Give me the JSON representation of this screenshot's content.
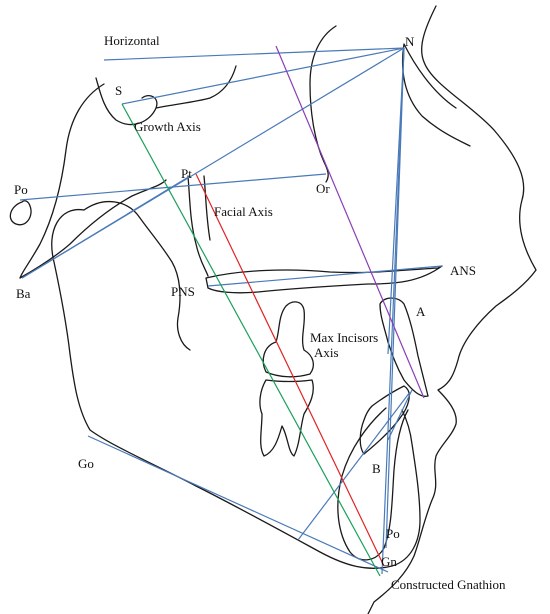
{
  "diagram": {
    "colors": {
      "outline": "#1a1a1a",
      "reference_lines": "#4a7ab8",
      "growth_axis": "#1aa05a",
      "facial_axis": "#e02424",
      "max_incisors_axis": "#8a3fb5",
      "label_default": "#111111"
    },
    "labels": {
      "horizontal": "Horizontal",
      "n": "N",
      "s": "S",
      "growth_axis": "Growth Axis",
      "po_ear": "Po",
      "pt": "Pt",
      "or": "Or",
      "facial_axis": "Facial Axis",
      "ba": "Ba",
      "ans": "ANS",
      "pns": "PNS",
      "a": "A",
      "max_incisors_axis_line1": "Max Incisors",
      "max_incisors_axis_line2": "Axis",
      "go": "Go",
      "b": "B",
      "po_chin": "Po",
      "gn": "Gn",
      "constructed_gnathion": "Constructed Gnathion"
    }
  }
}
